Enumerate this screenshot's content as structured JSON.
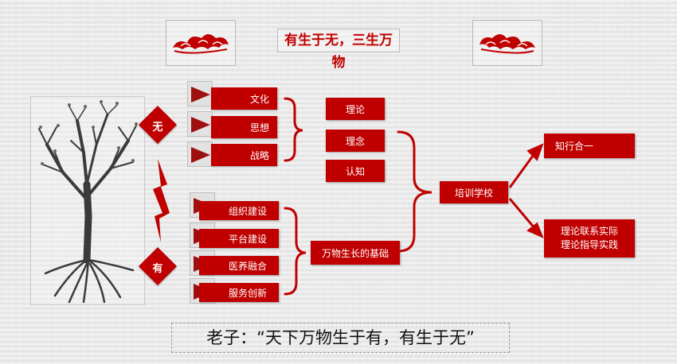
{
  "title": "有生于无，三生万物",
  "quote": "老子：“天下万物生于有，有生于无”",
  "wu": "无",
  "you": "有",
  "wu_items": [
    "文化",
    "思想",
    "战略"
  ],
  "you_items": [
    "组织建设",
    "平台建设",
    "医养融合",
    "服务创新"
  ],
  "concepts": [
    "理论",
    "理念",
    "认知"
  ],
  "foundation": "万物生长的基础",
  "school": "培训学校",
  "outcome1": "知行合一",
  "outcome2_line1": "理论联系实际",
  "outcome2_line2": "理论指导实践",
  "colors": {
    "red": "#c00000",
    "background": "#ececec"
  },
  "icons": [
    "cloud-ornament-icon",
    "tree-icon",
    "lightning-bolt-icon",
    "triangle-pointer-icon"
  ]
}
